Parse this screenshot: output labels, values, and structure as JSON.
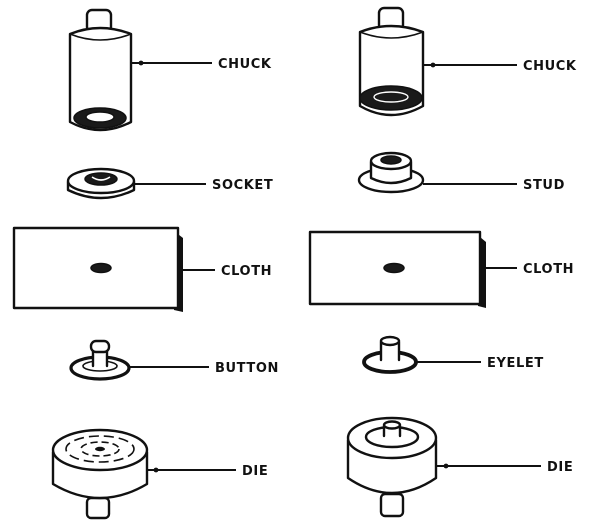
{
  "left_column": {
    "chuck_label": "CHUCK",
    "socket_label": "SOCKET",
    "cloth_label": "CLOTH",
    "button_label": "BUTTON",
    "die_label": "DIE"
  },
  "right_column": {
    "chuck_label": "CHUCK",
    "stud_label": "STUD",
    "cloth_label": "CLOTH",
    "eyelet_label": "EYELET",
    "die_label": "DIE"
  },
  "colors": {
    "ink": "#111111",
    "paper": "#ffffff"
  }
}
